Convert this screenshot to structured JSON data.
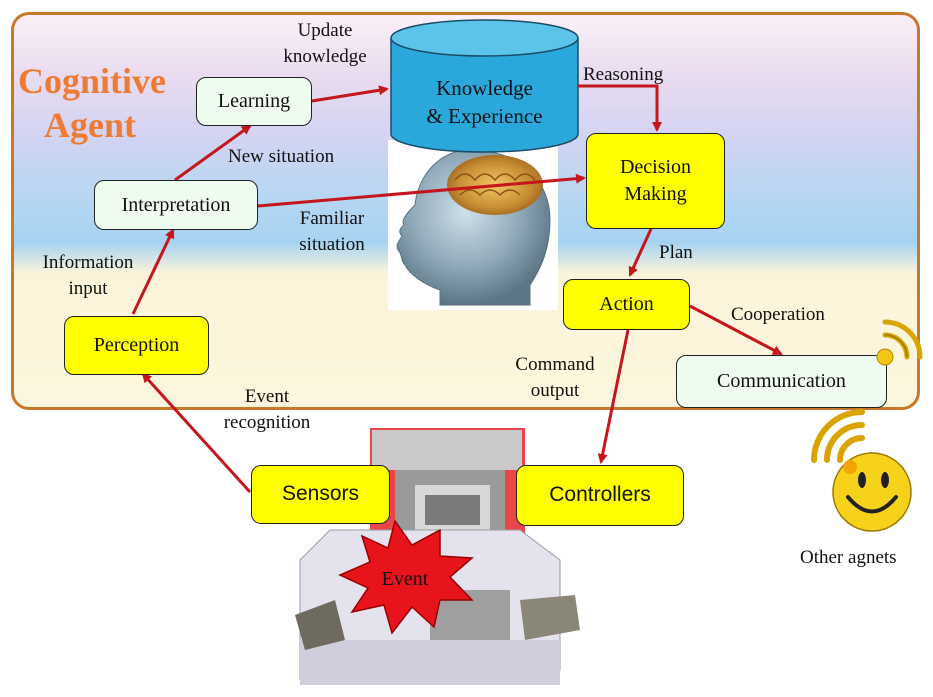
{
  "title": [
    "Cognitive",
    "Agent"
  ],
  "nodes": {
    "knowledge": [
      "Knowledge",
      "& Experience"
    ],
    "learning": "Learning",
    "interpretation": "Interpretation",
    "decision": [
      "Decision",
      "Making"
    ],
    "action": "Action",
    "perception": "Perception",
    "communication": "Communication",
    "sensors": "Sensors",
    "controllers": "Controllers",
    "event": "Event"
  },
  "edge_labels": {
    "update_knowledge": [
      "Update",
      "knowledge"
    ],
    "reasoning": "Reasoning",
    "new_situation": "New situation",
    "familiar_situation": [
      "Familiar",
      "situation"
    ],
    "plan": "Plan",
    "information_input": [
      "Information",
      "input"
    ],
    "cooperation": "Cooperation",
    "command_output": [
      "Command",
      "output"
    ],
    "event_recognition": [
      "Event",
      "recognition"
    ]
  },
  "other_agents_label": "Other agnets",
  "colors": {
    "border": "#c8782a",
    "title": "#ef7a33",
    "arrow": "#c4161c",
    "yellow_box": "#ffff00",
    "mint_box": "#eefbef",
    "database": "#2aa8dc",
    "event_burst": "#e8141c"
  }
}
